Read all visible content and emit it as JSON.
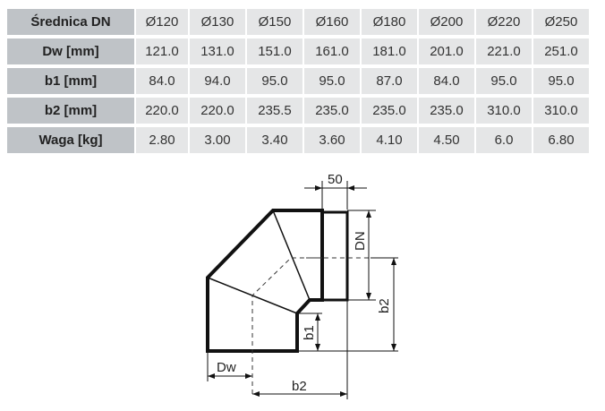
{
  "table": {
    "header_label": "Średnica DN",
    "columns": [
      "Ø120",
      "Ø130",
      "Ø150",
      "Ø160",
      "Ø180",
      "Ø200",
      "Ø220",
      "Ø250"
    ],
    "rows": [
      {
        "label": "Dw [mm]",
        "values": [
          "121.0",
          "131.0",
          "151.0",
          "161.0",
          "181.0",
          "201.0",
          "221.0",
          "251.0"
        ]
      },
      {
        "label": "b1 [mm]",
        "values": [
          "84.0",
          "94.0",
          "95.0",
          "95.0",
          "87.0",
          "84.0",
          "95.0",
          "95.0"
        ]
      },
      {
        "label": "b2 [mm]",
        "values": [
          "220.0",
          "220.0",
          "235.5",
          "235.0",
          "235.0",
          "235.0",
          "310.0",
          "310.0"
        ]
      },
      {
        "label": "Waga [kg]",
        "values": [
          "2.80",
          "3.00",
          "3.40",
          "3.60",
          "4.10",
          "4.50",
          "6.0",
          "6.80"
        ]
      }
    ]
  },
  "drawing": {
    "dim_top": "50",
    "dim_dn": "DN",
    "dim_b2_vertical": "b2",
    "dim_b1": "b1",
    "dim_dw": "Dw",
    "dim_b2_horizontal": "b2"
  }
}
